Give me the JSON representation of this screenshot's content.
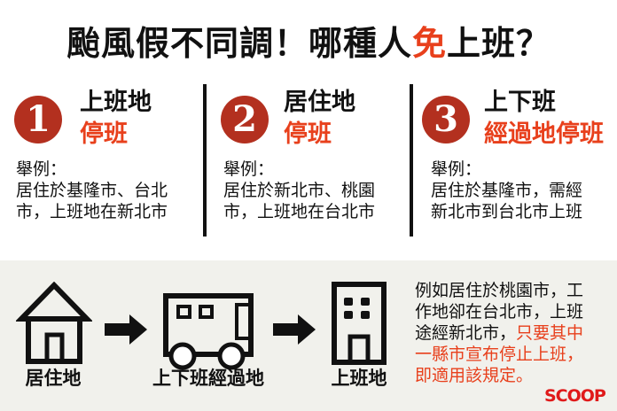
{
  "title": {
    "before": "颱風假不同調！哪種人",
    "highlight": "免",
    "after": "上班？"
  },
  "cases": [
    {
      "number": "1",
      "line1": "上班地",
      "line2": "停班",
      "example_label": "舉例：",
      "example_lines": [
        "居住於基隆市、台北",
        "市，上班地在新北市"
      ]
    },
    {
      "number": "2",
      "line1": "居住地",
      "line2": "停班",
      "example_label": "舉例：",
      "example_lines": [
        "居住於新北市、桃園",
        "市，上班地在台北市"
      ]
    },
    {
      "number": "3",
      "line1": "上下班",
      "line2": "經過地停班",
      "example_label": "舉例：",
      "example_lines": [
        "居住於基隆市，需經",
        "新北市到台北市上班"
      ]
    }
  ],
  "flow": {
    "labels": [
      "居住地",
      "上下班經過地",
      "上班地"
    ]
  },
  "note": {
    "black_lines": [
      "例如居住於桃園市，工",
      "作地卻在台北市，上班"
    ],
    "mixed_black": "途經新北市，",
    "mixed_red": "只要其中",
    "red_lines": [
      "一縣市宣布停止上班，",
      "即適用該規定。"
    ]
  },
  "logo": "SCOOP",
  "colors": {
    "accent": "#e8401c",
    "circle": "#b3301f",
    "band": "#f1f1ec"
  }
}
